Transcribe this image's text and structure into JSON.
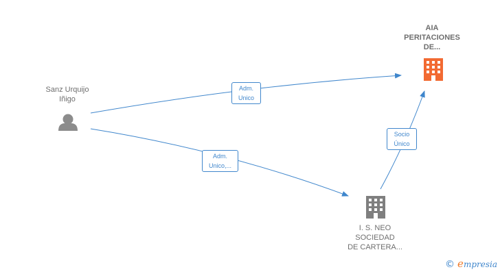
{
  "nodes": {
    "person": {
      "line1": "Sanz Urquijo",
      "line2": "Iñigo",
      "icon": "person-icon",
      "color": "#8c8c8c"
    },
    "aia": {
      "line1": "AIA",
      "line2": "PERITACIONES",
      "line3": "DE...",
      "icon": "building-icon",
      "color": "#f26a32"
    },
    "neo": {
      "line1": "I. S. NEO",
      "line2": "SOCIEDAD",
      "line3": "DE CARTERA...",
      "icon": "building-icon",
      "color": "#7f7f7f"
    }
  },
  "edges": [
    {
      "from": "person",
      "to": "aia",
      "line1": "Adm.",
      "line2": "Unico"
    },
    {
      "from": "person",
      "to": "neo",
      "line1": "Adm.",
      "line2": "Unico,..."
    },
    {
      "from": "neo",
      "to": "aia",
      "line1": "Socio",
      "line2": "Único"
    }
  ],
  "edge_color": "#3f86cc",
  "brand": {
    "copyright": "©",
    "initial": "e",
    "name": "mpresia"
  }
}
